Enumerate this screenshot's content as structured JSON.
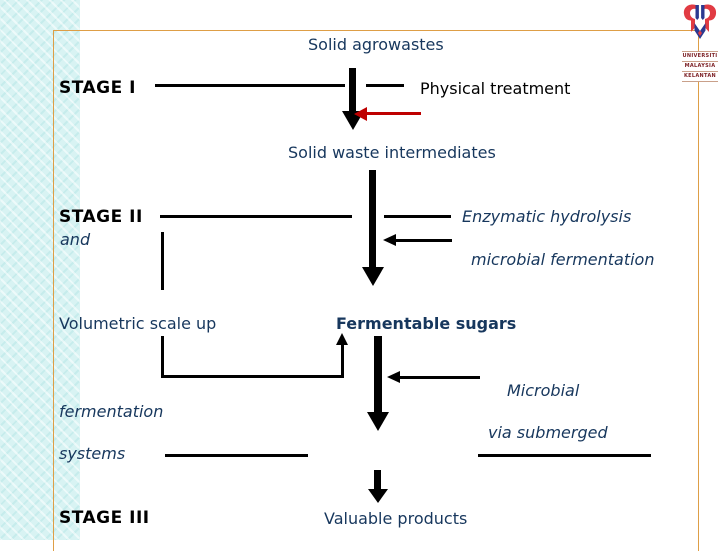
{
  "colors": {
    "accent_border": "#de9e46",
    "side_band": "#d8f3f3",
    "navy_text": "#17375d",
    "black_text": "#000000",
    "red_arrow": "#be0000",
    "logo_red": "#e13b43",
    "logo_blue": "#2b3990",
    "logo_text": "#7b1f24"
  },
  "logo": {
    "line1": "UNIVERSITI",
    "line2": "MALAYSIA",
    "line3": "KELANTAN"
  },
  "diagram": {
    "stage1_label": "STAGE I",
    "stage1_input": "Solid agrowastes",
    "stage1_process": "Physical treatment",
    "stage1_output": "Solid waste intermediates",
    "stage2_label": "STAGE II",
    "stage2_and": "and",
    "stage2_process1": "Enzymatic hydrolysis",
    "stage2_process2": "microbial fermentation",
    "stage2_output": "Fermentable sugars",
    "scaleup_line1": "Volumetric scale up",
    "scaleup_line2": "fermentation",
    "scaleup_line3": "systems",
    "microbial_line1": "Microbial",
    "microbial_line2": "via submerged",
    "stage3_label": "STAGE III",
    "stage3_output": "Valuable products"
  }
}
